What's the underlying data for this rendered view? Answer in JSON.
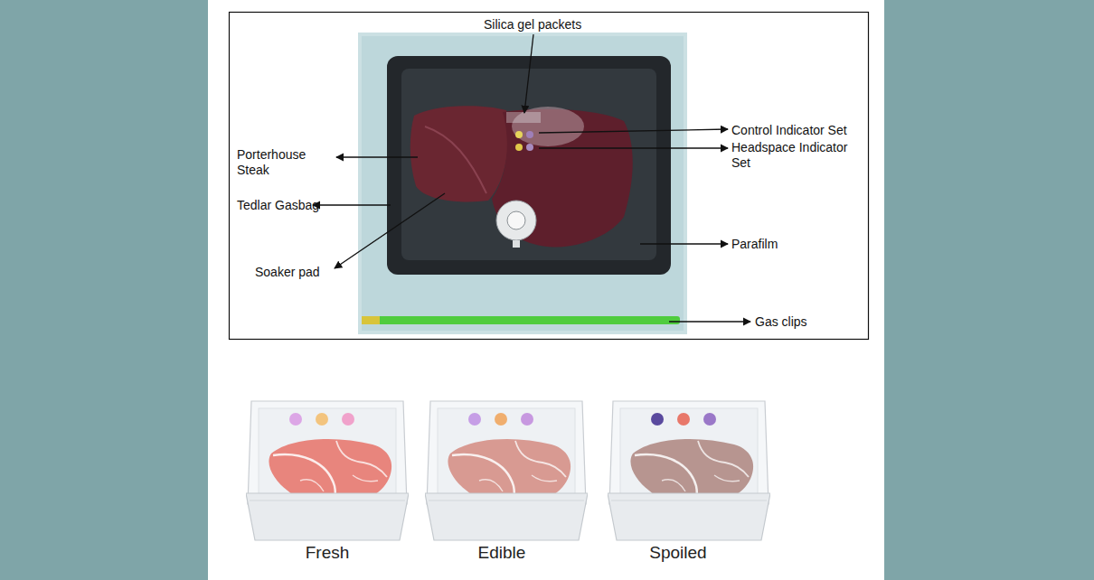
{
  "diagram": {
    "labels": [
      "Silica gel packets",
      "Porterhouse Steak",
      "Control Indicator Set",
      "Headspace Indicator Set",
      "Tedlar Gasbag",
      "Soaker pad",
      "Parafilm",
      "Gas clips",
      "Fresh",
      "Edible",
      "Spoiled"
    ]
  }
}
